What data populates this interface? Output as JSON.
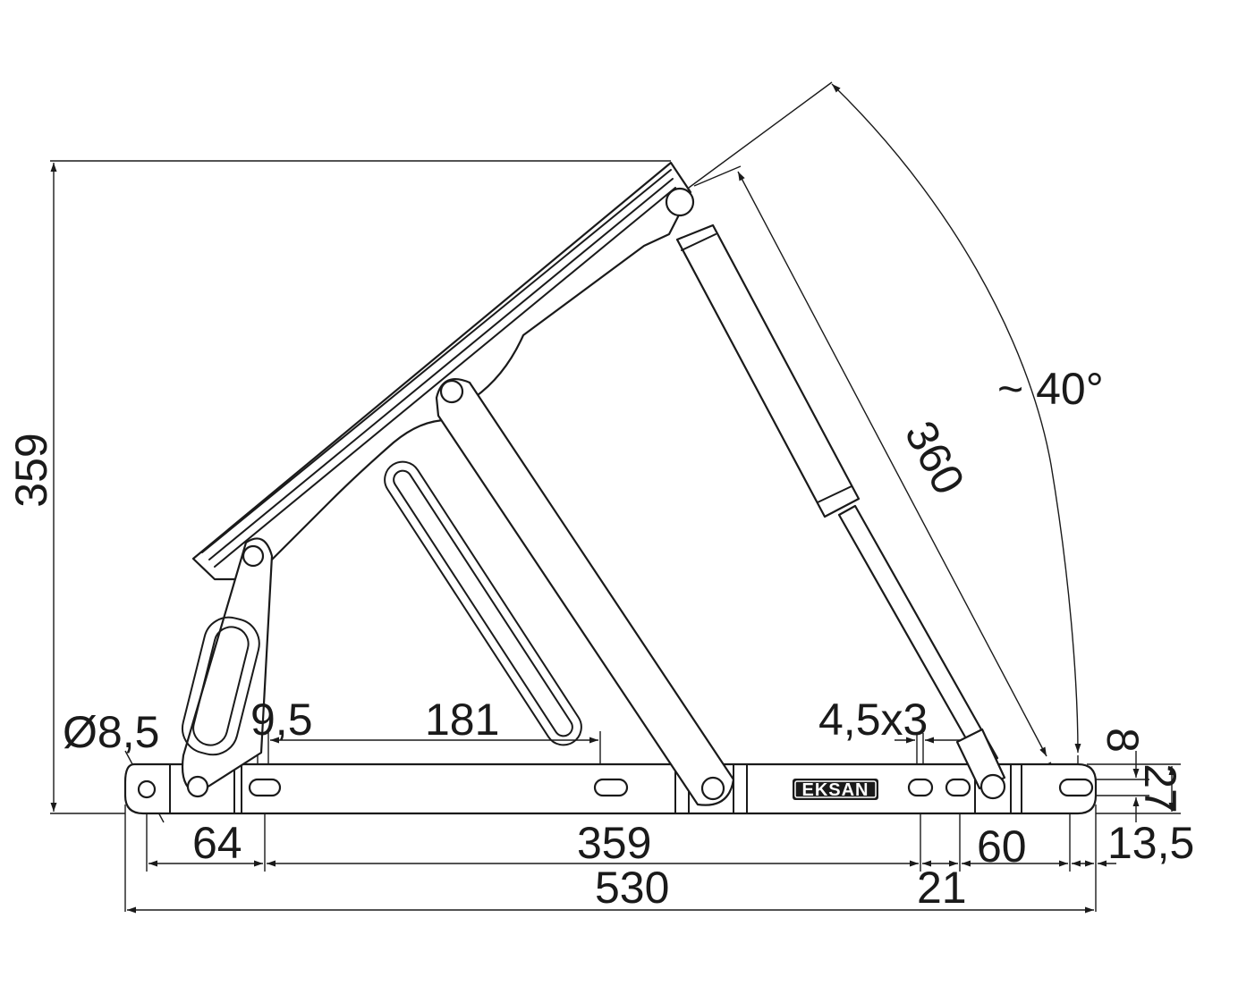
{
  "drawing": {
    "brand": "EKSAN",
    "dimensions": {
      "height": "359",
      "angle": "~ 40°",
      "gas_spring_length": "360",
      "hole_diameter": "Ø8,5",
      "slot_width": "9,5",
      "slot_spacing": "181",
      "screw_slot": "4,5x3",
      "offset_64": "64",
      "mid_359": "359",
      "overall_530": "530",
      "spacing_21": "21",
      "spacing_60": "60",
      "end_13_5": "13,5",
      "profile_8": "8",
      "profile_27": "27"
    }
  }
}
